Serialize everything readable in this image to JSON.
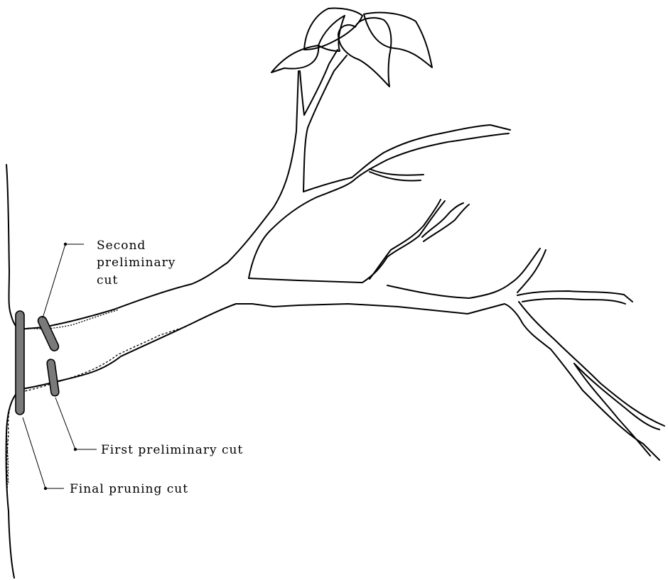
{
  "labels": {
    "second_preliminary_cut": [
      "Second",
      "preliminary",
      "cut"
    ],
    "first_preliminary_cut": "First preliminary cut",
    "final_pruning_cut": "Final pruning cut"
  }
}
